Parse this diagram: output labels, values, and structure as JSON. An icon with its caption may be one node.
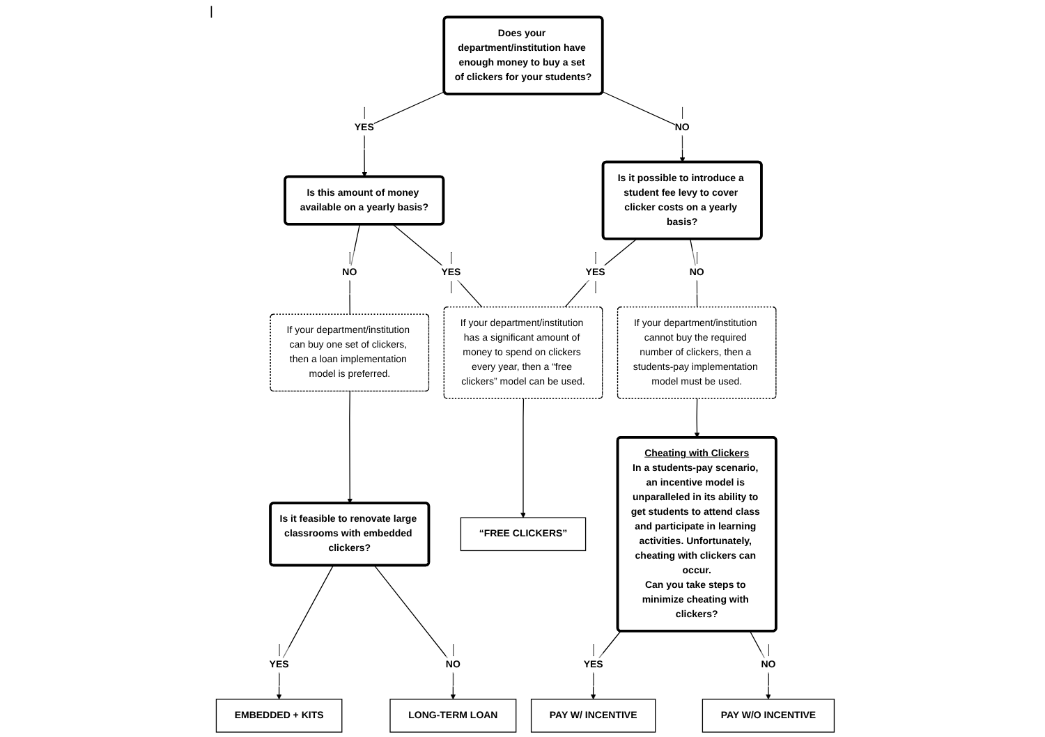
{
  "diagram": {
    "nodes": [
      {
        "text": [
          "Does your department/institution have enough money to buy a set of clickers for your students?"
        ]
      },
      {
        "text": [
          "Is this amount of money available on a yearly basis?"
        ]
      },
      {
        "text": [
          "Is it possible to introduce a student fee levy to cover clicker costs on a yearly basis?"
        ]
      },
      {
        "text": [
          "If your department/institution can buy one set of clickers, then a loan implementation model is preferred."
        ]
      },
      {
        "text": [
          "If your department/institution has a significant amount of money to spend on clickers every year, then a “free clickers” model can be used."
        ]
      },
      {
        "text": [
          "If your department/institution cannot buy the required number of clickers, then a students-pay implementation model must be used."
        ]
      },
      {
        "text": [
          "Is it feasible to renovate large classrooms with embedded clickers?"
        ]
      },
      {
        "text": [
          "Cheating with Clickers",
          "In a students-pay scenario, an incentive model is unparalleled in its ability to get students to attend class and participate in learning activities. Unfortunately, cheating with clickers can occur.",
          "Can you take steps to minimize cheating with clickers?"
        ]
      },
      {
        "text": [
          "EMBEDDED + KITS"
        ]
      },
      {
        "text": [
          "LONG-TERM LOAN"
        ]
      },
      {
        "text": [
          "“FREE CLICKERS”"
        ]
      },
      {
        "text": [
          "PAY W/ INCENTIVE"
        ]
      },
      {
        "text": [
          "PAY W/O INCENTIVE"
        ]
      }
    ],
    "edges": [
      {
        "from": 0,
        "to": 1,
        "arrow": "to",
        "label": "YES"
      },
      {
        "from": 0,
        "to": 2,
        "arrow": "to",
        "label": "NO"
      },
      {
        "from": 1,
        "to": 3,
        "arrow": "none",
        "label": "NO"
      },
      {
        "from": 1,
        "to": 4,
        "arrow": "none",
        "label": "YES"
      },
      {
        "from": 2,
        "to": 4,
        "arrow": "none",
        "label": "YES"
      },
      {
        "from": 2,
        "to": 5,
        "arrow": "none",
        "label": "NO"
      },
      {
        "from": 3,
        "to": 6,
        "arrow": "to"
      },
      {
        "from": 5,
        "to": 7,
        "arrow": "to"
      },
      {
        "from": 6,
        "to": 8,
        "arrow": "to",
        "label": "YES"
      },
      {
        "from": 6,
        "to": 9,
        "arrow": "to",
        "label": "NO"
      },
      {
        "from": 4,
        "to": 10,
        "arrow": "to"
      },
      {
        "from": 7,
        "to": 11,
        "arrow": "to",
        "label": "YES"
      },
      {
        "from": 7,
        "to": 12,
        "arrow": "to",
        "label": "NO"
      }
    ]
  }
}
